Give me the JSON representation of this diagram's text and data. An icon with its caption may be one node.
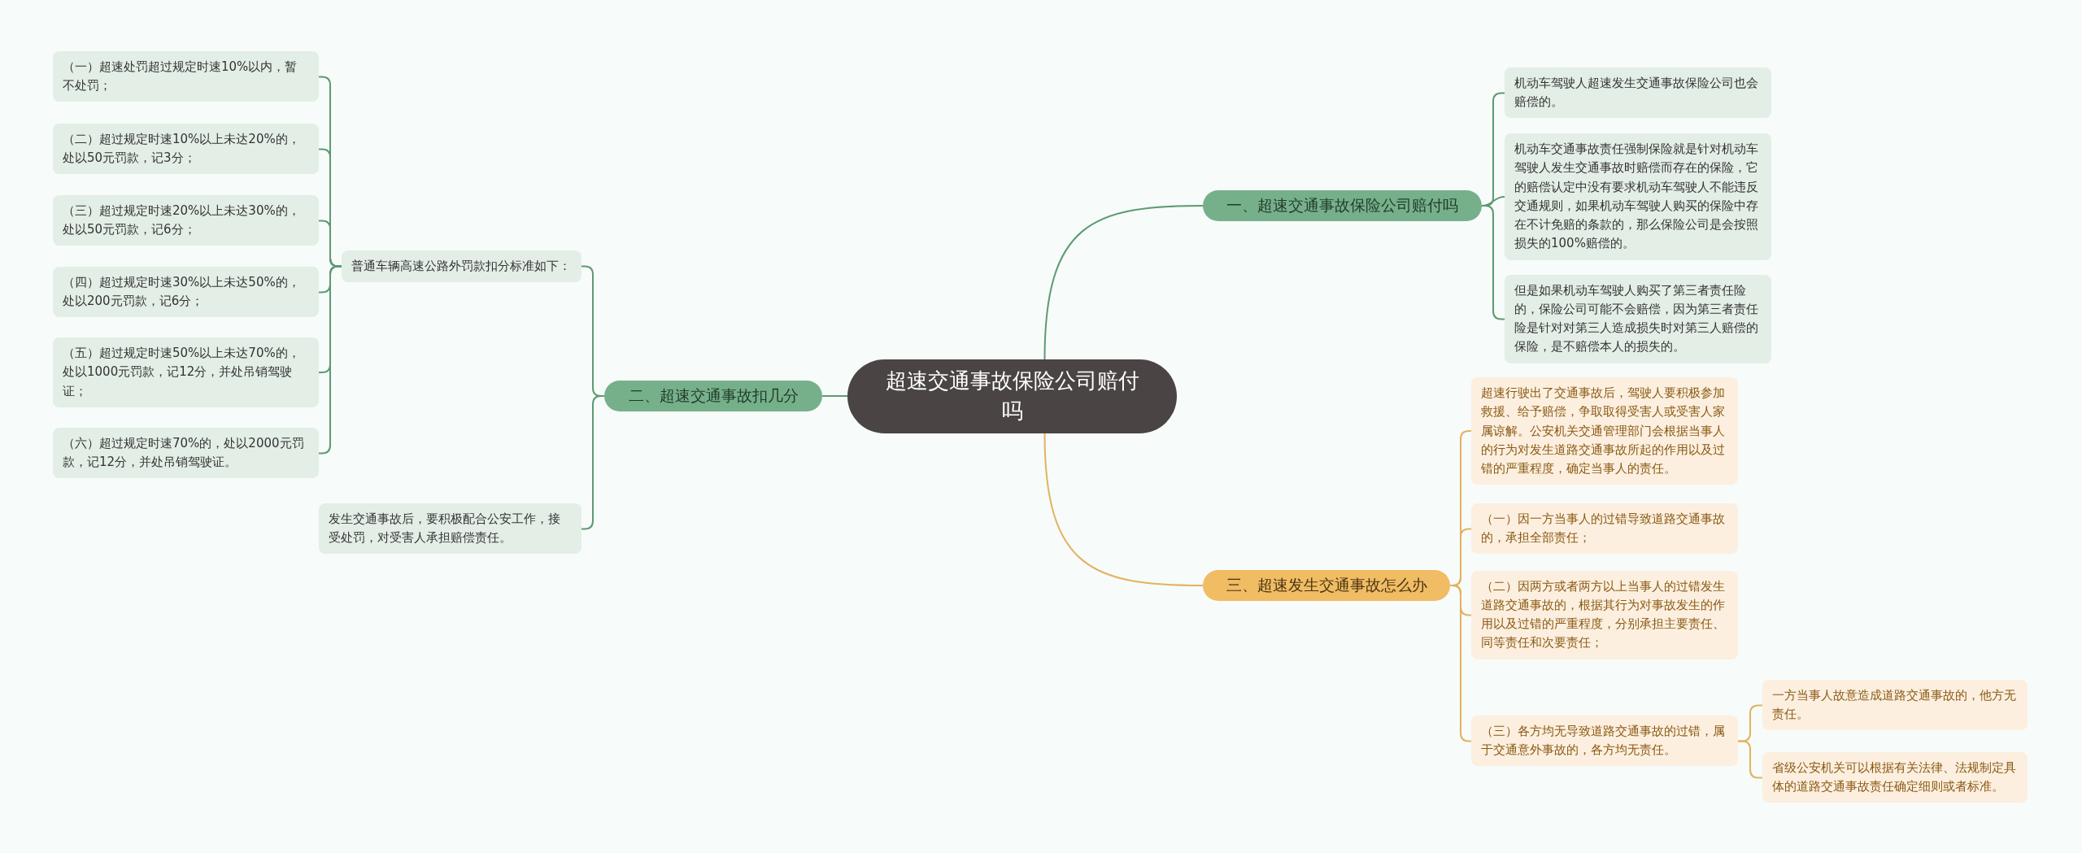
{
  "diagram": {
    "nodes": [
      {
        "text": [
          "超速交通事故保险公司赔付吗"
        ]
      },
      {
        "text": [
          "一、超速交通事故保险公司赔付吗"
        ]
      },
      {
        "text": [
          "机动车驾驶人超速发生交通事故保险公司也会赔偿的。"
        ]
      },
      {
        "text": [
          "机动车交通事故责任强制保险就是针对机动车驾驶人发生交通事故时赔偿而存在的保险，它的赔偿认定中没有要求机动车驾驶人不能违反交通规则，如果机动车驾驶人购买的保险中存在不计免赔的条款的，那么保险公司是会按照损失的100%赔偿的。"
        ]
      },
      {
        "text": [
          "但是如果机动车驾驶人购买了第三者责任险的，保险公司可能不会赔偿，因为第三者责任险是针对对第三人造成损失时对第三人赔偿的保险，是不赔偿本人的损失的。"
        ]
      },
      {
        "text": [
          "二、超速交通事故扣几分"
        ]
      },
      {
        "text": [
          "普通车辆高速公路外罚款扣分标准如下："
        ]
      },
      {
        "text": [
          "（一）超速处罚超过规定时速10%以内，暂不处罚；"
        ]
      },
      {
        "text": [
          "（二）超过规定时速10%以上未达20%的，处以50元罚款，记3分；"
        ]
      },
      {
        "text": [
          "（三）超过规定时速20%以上未达30%的，处以50元罚款，记6分；"
        ]
      },
      {
        "text": [
          "（四）超过规定时速30%以上未达50%的，处以200元罚款，记6分；"
        ]
      },
      {
        "text": [
          "（五）超过规定时速50%以上未达70%的，处以1000元罚款，记12分，并处吊销驾驶证；"
        ]
      },
      {
        "text": [
          "（六）超过规定时速70%的，处以2000元罚款，记12分，并处吊销驾驶证。"
        ]
      },
      {
        "text": [
          "发生交通事故后，要积极配合公安工作，接受处罚，对受害人承担赔偿责任。"
        ]
      },
      {
        "text": [
          "三、超速发生交通事故怎么办"
        ]
      },
      {
        "text": [
          "超速行驶出了交通事故后，驾驶人要积极参加救援、给予赔偿，争取取得受害人或受害人家属谅解。公安机关交通管理部门会根据当事人的行为对发生道路交通事故所起的作用以及过错的严重程度，确定当事人的责任。"
        ]
      },
      {
        "text": [
          "（一）因一方当事人的过错导致道路交通事故的，承担全部责任；"
        ]
      },
      {
        "text": [
          "（二）因两方或者两方以上当事人的过错发生道路交通事故的，根据其行为对事故发生的作用以及过错的严重程度，分别承担主要责任、同等责任和次要责任；"
        ]
      },
      {
        "text": [
          "（三）各方均无导致道路交通事故的过错，属于交通意外事故的，各方均无责任。"
        ]
      },
      {
        "text": [
          "一方当事人故意造成道路交通事故的，他方无责任。"
        ]
      },
      {
        "text": [
          "省级公安机关可以根据有关法律、法规制定具体的道路交通事故责任确定细则或者标准。"
        ]
      }
    ],
    "edges": [
      {
        "from": 0,
        "to": 1,
        "arrow": "none"
      },
      {
        "from": 1,
        "to": 2,
        "arrow": "none"
      },
      {
        "from": 1,
        "to": 3,
        "arrow": "none"
      },
      {
        "from": 1,
        "to": 4,
        "arrow": "none"
      },
      {
        "from": 0,
        "to": 5,
        "arrow": "none"
      },
      {
        "from": 5,
        "to": 6,
        "arrow": "none"
      },
      {
        "from": 6,
        "to": 7,
        "arrow": "none"
      },
      {
        "from": 6,
        "to": 8,
        "arrow": "none"
      },
      {
        "from": 6,
        "to": 9,
        "arrow": "none"
      },
      {
        "from": 6,
        "to": 10,
        "arrow": "none"
      },
      {
        "from": 6,
        "to": 11,
        "arrow": "none"
      },
      {
        "from": 6,
        "to": 12,
        "arrow": "none"
      },
      {
        "from": 5,
        "to": 13,
        "arrow": "none"
      },
      {
        "from": 0,
        "to": 14,
        "arrow": "none",
        "color": "#e3b25e"
      },
      {
        "from": 14,
        "to": 15,
        "arrow": "none",
        "color": "#e3b25e"
      },
      {
        "from": 14,
        "to": 16,
        "arrow": "none",
        "color": "#e3b25e"
      },
      {
        "from": 14,
        "to": 17,
        "arrow": "none",
        "color": "#e3b25e"
      },
      {
        "from": 14,
        "to": 18,
        "arrow": "none",
        "color": "#e3b25e"
      },
      {
        "from": 18,
        "to": 19,
        "arrow": "none",
        "color": "#e3b25e"
      },
      {
        "from": 18,
        "to": 20,
        "arrow": "none",
        "color": "#e3b25e"
      }
    ]
  }
}
